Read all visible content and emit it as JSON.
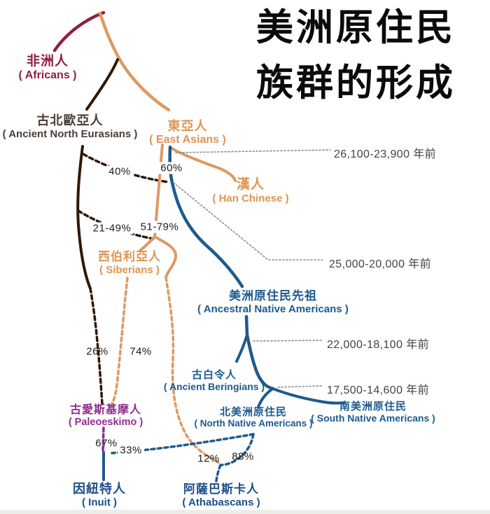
{
  "title": {
    "line1": "美洲原住民",
    "line2": "族群的形成"
  },
  "populations": {
    "africans": {
      "zh": "非洲人",
      "en": "( Africans )"
    },
    "ane": {
      "zh": "古北歐亞人",
      "en": "( Ancient North Eurasians )"
    },
    "east_asians": {
      "zh": "東亞人",
      "en": "( East Asians )"
    },
    "han": {
      "zh": "漢人",
      "en": "( Han Chinese )"
    },
    "siberians": {
      "zh": "西伯利亞人",
      "en": "( Siberians )"
    },
    "ana": {
      "zh": "美洲原住民先祖",
      "en": "( Ancestral Native Americans )"
    },
    "beringians": {
      "zh": "古白令人",
      "en": "( Ancient Beringians )"
    },
    "north_na": {
      "zh": "北美洲原住民",
      "en": "( North Native Americans )"
    },
    "south_na": {
      "zh": "南美洲原住民",
      "en": "( South Native Americans )"
    },
    "paleoeskimo": {
      "zh": "古愛斯基摩人",
      "en": "( Paleoeskimo )"
    },
    "inuit": {
      "zh": "因紐特人",
      "en": "( Inuit )"
    },
    "athabascans": {
      "zh": "阿薩巴斯卡人",
      "en": "( Athabascans )"
    }
  },
  "percentages": {
    "ane_to_ana": "40%",
    "ea_to_ana": "60%",
    "ane_to_siberians": "21-49%",
    "ea_to_siberians": "51-79%",
    "ane_to_paleoeskimo": "26%",
    "siberians_to_paleoeskimo": "74%",
    "paleoeskimo_to_inuit": "67%",
    "north_na_to_inuit": "33%",
    "siberians_to_athabascans": "12%",
    "north_na_to_athabascans": "88%"
  },
  "timeline": [
    "26,100-23,900 年前",
    "25,000-20,000 年前",
    "22,000-18,100 年前",
    "17,500-14,600 年前"
  ],
  "colors": {
    "africans_line": "#8e2040",
    "ane_line": "#2f1808",
    "orange_line": "#dd9a62",
    "blue_line": "#1f5a8c",
    "purple": "#8e2e8e",
    "ane_label": "#4a3d35",
    "orange_label": "#df9450",
    "blue_label": "#1d5a8e",
    "title_text": "#0b0b0b",
    "timeline_text": "#424242",
    "dotted_guide": "#8f8f8f"
  }
}
